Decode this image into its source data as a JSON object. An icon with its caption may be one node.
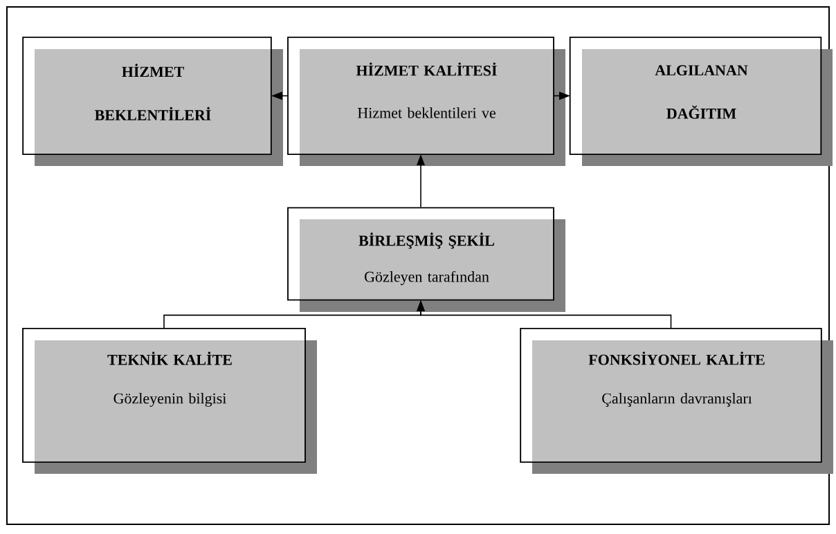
{
  "diagram": {
    "nodes": [
      {
        "text": [
          "HİZMET BEKLENTİLERİ"
        ]
      },
      {
        "text": [
          "HİZMET KALİTESİ",
          "Hizmet beklentileri ve"
        ]
      },
      {
        "text": [
          "ALGILANAN DAĞITIM"
        ]
      },
      {
        "text": [
          "BİRLEŞMİŞ ŞEKİL",
          "Gözleyen tarafından"
        ]
      },
      {
        "text": [
          "TEKNİK KALİTE",
          "Gözleyenin bilgisi"
        ]
      },
      {
        "text": [
          "FONKSİYONEL KALİTE",
          "Çalışanların davranışları"
        ]
      }
    ],
    "edges": [
      {
        "from": 1,
        "to": 0,
        "arrow": "to"
      },
      {
        "from": 1,
        "to": 2,
        "arrow": "to"
      },
      {
        "from": 3,
        "to": 1,
        "arrow": "to"
      },
      {
        "from": 4,
        "to": 3,
        "arrow": "to"
      },
      {
        "from": 5,
        "to": 3,
        "arrow": "to"
      }
    ]
  }
}
